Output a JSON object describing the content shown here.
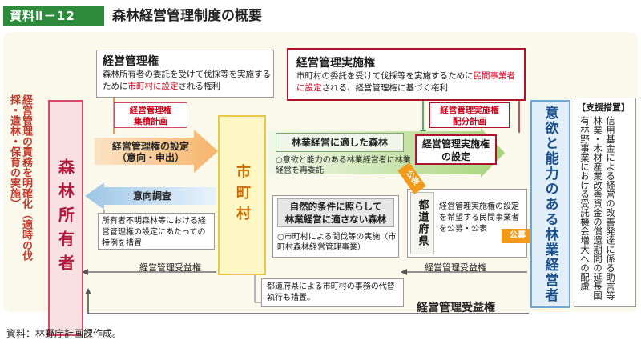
{
  "header": {
    "badge": "資料Ⅱ－12",
    "title": "森林経営管理制度の概要"
  },
  "left_vertical_text": "経営管理の責務を明確化（適時の伐採・造林・保育の実施）",
  "owner_label": "森林所有者",
  "village_label": "市町村",
  "private_label": "意欲と能力のある林業経営者",
  "support": {
    "title": "【支援措置】",
    "text": "信用基金による経営の改善発達に係る助言等林業・木材産業改善資金の償還期間の延長国有林野事業における受託機会増大への配慮"
  },
  "mgmt_right": {
    "title": "経営管理権",
    "desc_1": "森林所有者の委託を受けて伐採等を実施するために",
    "desc_red": "市町村に設定",
    "desc_2": "される権利"
  },
  "impl_right": {
    "title": "経営管理実施権",
    "desc_1": "市町村の委託を受けて伐採等を実施するために",
    "desc_red": "民間事業者に設定",
    "desc_2": "される、経営管理権に基づく権利"
  },
  "plan_a": {
    "line1": "経営管理権",
    "line2": "集積計画"
  },
  "plan_b": {
    "line1": "経営管理実施権",
    "line2": "配分計画"
  },
  "arrow_setting": {
    "line1": "経営管理権の設定",
    "line2": "（意向・申出）"
  },
  "arrow_survey": "意向調査",
  "special_note": "所有者不明森林等における経営管理権の設定にあたっての特例を措置",
  "suitable": {
    "title": "林業経営に適した森林",
    "desc": "○意欲と能力のある林業経営者に林業経営を再委託"
  },
  "impl_setting": {
    "line1": "経営管理実施権",
    "line2": "の設定"
  },
  "not_suitable": {
    "line1": "自然的条件に照らして",
    "line2": "林業経営に適さない森林",
    "desc": "○市町村による間伐等の実施（市町村森林経営管理事業）"
  },
  "prefecture": {
    "name": "都道府県",
    "desc": "経営管理実施権の設定を希望する民間事業者を公募・公表"
  },
  "badges": {
    "pub_a": "公表",
    "pub_b": "公募"
  },
  "benefit_label_left": "経営管理受益権",
  "benefit_label_right": "経営管理受益権",
  "bottom_note": "都道府県による市町村の事務の代替執行も措置。",
  "benefit_main_label": "経営管理受益権",
  "footer_source": "資料：林野庁計画課作成。",
  "colors": {
    "green": "#2e8b3c",
    "pink_border": "#d94a6a",
    "dark_red": "#b0122e",
    "orange": "#f29a1a",
    "blue": "#6ea7d1",
    "yellow": "#e8c84a"
  }
}
